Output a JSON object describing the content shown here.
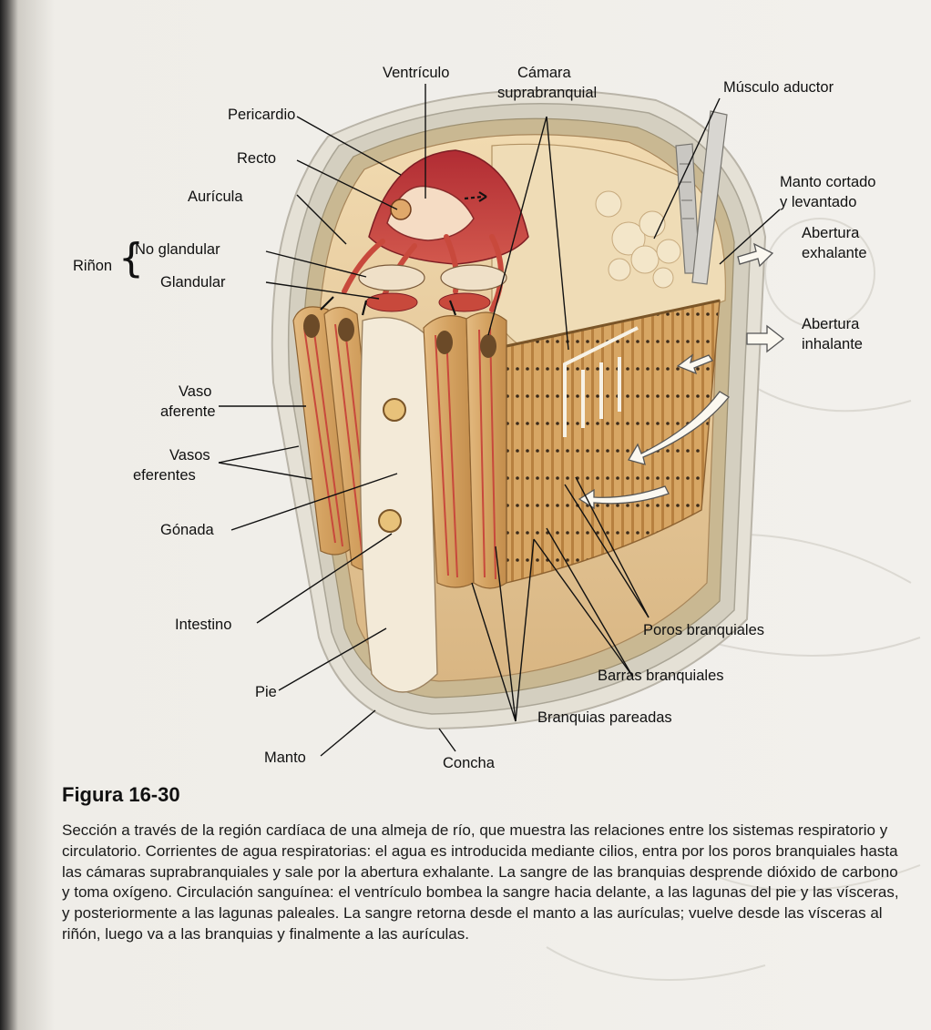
{
  "figure": {
    "title": "Figura 16-30",
    "caption": "Sección a través de la región cardíaca de una almeja de río, que muestra las relaciones entre los sistemas respiratorio y circulatorio. Corrientes de agua respiratorias: el agua es introducida mediante cilios, entra por los poros branquiales hasta las cámaras suprabranquiales y sale por la abertura exhalante. La sangre de las branquias desprende dióxido de carbono y toma oxígeno. Circulación sanguínea: el ventrículo bombea la sangre hacia delante, a las lagunas del pie y las vísceras, y posteriormente a las lagunas paleales. La sangre retorna desde el manto a las aurículas; vuelve desde las vísceras al riñón, luego va a las branquias y finalmente a las aurículas."
  },
  "labels": {
    "ventriculo": "Ventrículo",
    "camara_1": "Cámara",
    "camara_2": "suprabranquial",
    "musculo_aductor": "Músculo aductor",
    "pericardio": "Pericardio",
    "recto": "Recto",
    "auricula": "Aurícula",
    "rinon": "Riñon",
    "no_glandular": "No glandular",
    "glandular": "Glandular",
    "manto_cortado_1": "Manto cortado",
    "manto_cortado_2": "y levantado",
    "abertura_exhalante_1": "Abertura",
    "abertura_exhalante_2": "exhalante",
    "abertura_inhalante_1": "Abertura",
    "abertura_inhalante_2": "inhalante",
    "vaso_aferente_1": "Vaso",
    "vaso_aferente_2": "aferente",
    "vasos_eferentes_1": "Vasos",
    "vasos_eferentes_2": "eferentes",
    "gonada": "Gónada",
    "intestino": "Intestino",
    "pie": "Pie",
    "manto": "Manto",
    "concha": "Concha",
    "poros_branquiales": "Poros branquiales",
    "barras_branquiales": "Barras branquiales",
    "branquias_pareadas": "Branquias pareadas"
  },
  "colors": {
    "shell": "#d8d4c6",
    "tissue": "#e9c896",
    "gill": "#d9a868",
    "blood": "#c8493c",
    "pericardium": "#b8323a",
    "leader": "#111111"
  }
}
